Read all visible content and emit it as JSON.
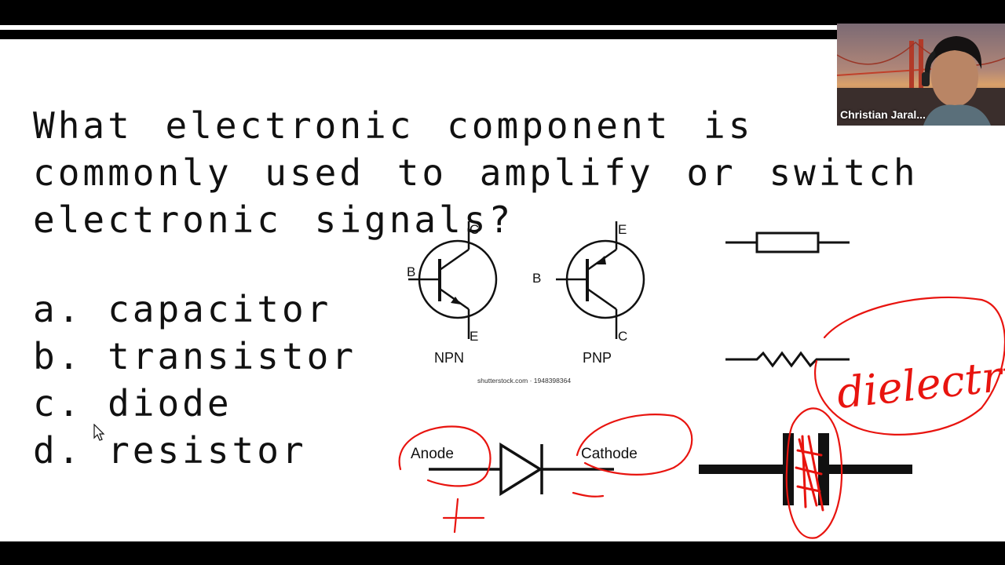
{
  "slide": {
    "question": "What electronic component is commonly used to amplify or switch electronic signals?",
    "options": [
      {
        "label": "a. capacitor"
      },
      {
        "label": "b. transistor"
      },
      {
        "label": "c. diode"
      },
      {
        "label": "d. resistor"
      }
    ],
    "npn": {
      "caption": "NPN",
      "pin_c": "C",
      "pin_b": "B",
      "pin_e": "E"
    },
    "pnp": {
      "caption": "PNP",
      "pin_e": "E",
      "pin_b": "B",
      "pin_c": "C"
    },
    "watermark": "shutterstock.com · 1948398364",
    "diode": {
      "anode": "Anode",
      "cathode": "Cathode"
    },
    "annotation": {
      "text": "dielectric",
      "plus": "+",
      "minus": "−"
    }
  },
  "participant": {
    "name": "Christian Jaral..."
  },
  "colors": {
    "ink": "#111111",
    "pen": "#e8140f",
    "background": "#ffffff",
    "frame": "#000000"
  }
}
